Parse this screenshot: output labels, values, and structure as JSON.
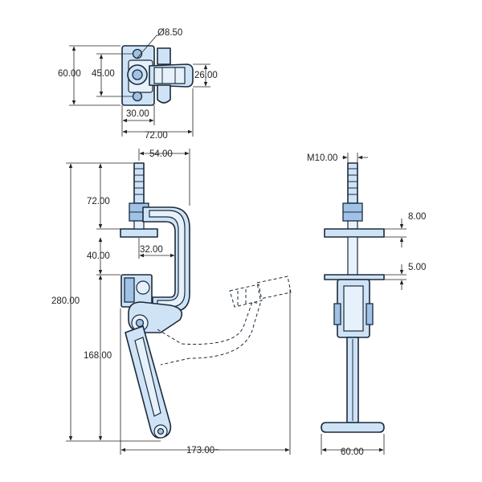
{
  "drawing": {
    "colors": {
      "part_fill": "#cfe3f6",
      "part_dark": "#9fc2e6",
      "outline": "#1b2a3a",
      "dimension": "#222222",
      "background": "#ffffff"
    },
    "top_view": {
      "hole_diameter": "Ø8.50",
      "height": "60.00",
      "hole_spacing": "45.00",
      "handle_width": "26.00",
      "hole_offset": "30.00",
      "overall_length": "72.00"
    },
    "side_view": {
      "spindle_offset": "54.00",
      "spindle_length": "72.00",
      "overall_height": "280.00",
      "jaw_opening": "40.00",
      "throat_depth": "32.00",
      "handle_height": "168.00",
      "handle_reach": "173.00~"
    },
    "front_view": {
      "thread": "M10.00",
      "pad_thickness": "8.00",
      "base_thickness": "5.00",
      "foot_width": "60.00"
    }
  }
}
